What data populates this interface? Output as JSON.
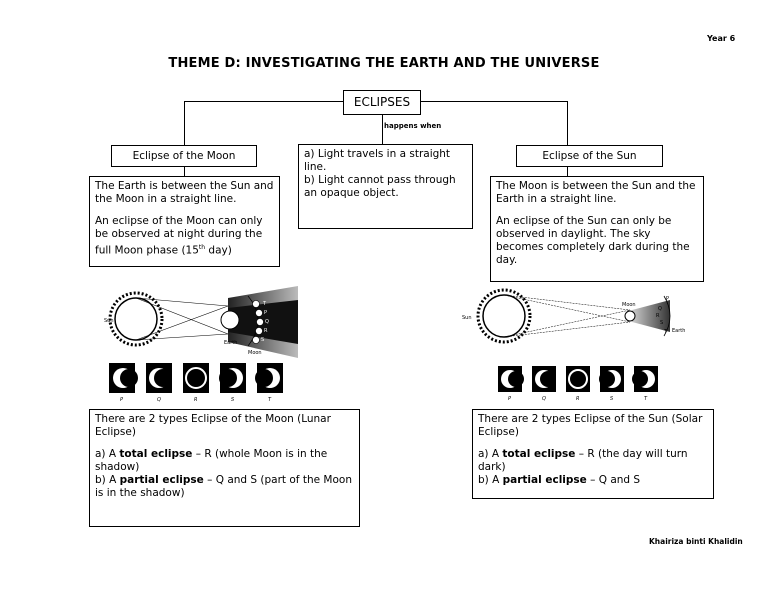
{
  "header": {
    "year": "Year 6",
    "title": "THEME D: INVESTIGATING THE EARTH AND THE UNIVERSE"
  },
  "map": {
    "center": "ECLIPSES",
    "connector": "happens when",
    "left_label": "Eclipse of the Moon",
    "right_label": "Eclipse of the Sun"
  },
  "conditions": {
    "a": "a)  Light travels in a straight line.",
    "b": "b)  Light cannot pass through an opaque object."
  },
  "moon_info": {
    "p1": "The Earth is between the Sun and the Moon in a straight line.",
    "p2_pre": "An eclipse of the Moon can only be observed at night during the full Moon phase (15",
    "p2_sup": "th",
    "p2_post": " day)"
  },
  "sun_info": {
    "p1": "The Moon is between the Sun and the Earth in a straight line.",
    "p2": "An eclipse of the Sun can only be observed in daylight.  The sky becomes completely dark during the day."
  },
  "figures": {
    "moon": {
      "sun": "Sun",
      "earth": "Earth",
      "moon": "Moon",
      "positions": [
        "T",
        "P",
        "Q",
        "R",
        "S"
      ],
      "phases": [
        "P",
        "Q",
        "R",
        "S",
        "T"
      ]
    },
    "sun": {
      "sun": "Sun",
      "earth": "Earth",
      "moon": "Moon",
      "positions": [
        "P",
        "Q",
        "R",
        "S",
        "T"
      ],
      "phases": [
        "P",
        "Q",
        "R",
        "S",
        "T"
      ]
    }
  },
  "lunar_types": {
    "intro": "There are 2 types Eclipse of the Moon (Lunar Eclipse)",
    "a_pre": "a) A ",
    "a_bold": "total eclipse",
    "a_post": " – R (whole Moon is in the shadow)",
    "b_pre": "b) A ",
    "b_bold": "partial eclipse",
    "b_post": " – Q and S (part of the Moon is in the shadow)"
  },
  "solar_types": {
    "intro": "There are 2 types Eclipse of the Sun (Solar Eclipse)",
    "a_pre": "a) A ",
    "a_bold": "total eclipse",
    "a_post": " – R (the day will turn dark)",
    "b_pre": "b) A ",
    "b_bold": "partial eclipse",
    "b_post": " – Q and S"
  },
  "footer": {
    "author": "Khairiza binti Khalidin"
  }
}
